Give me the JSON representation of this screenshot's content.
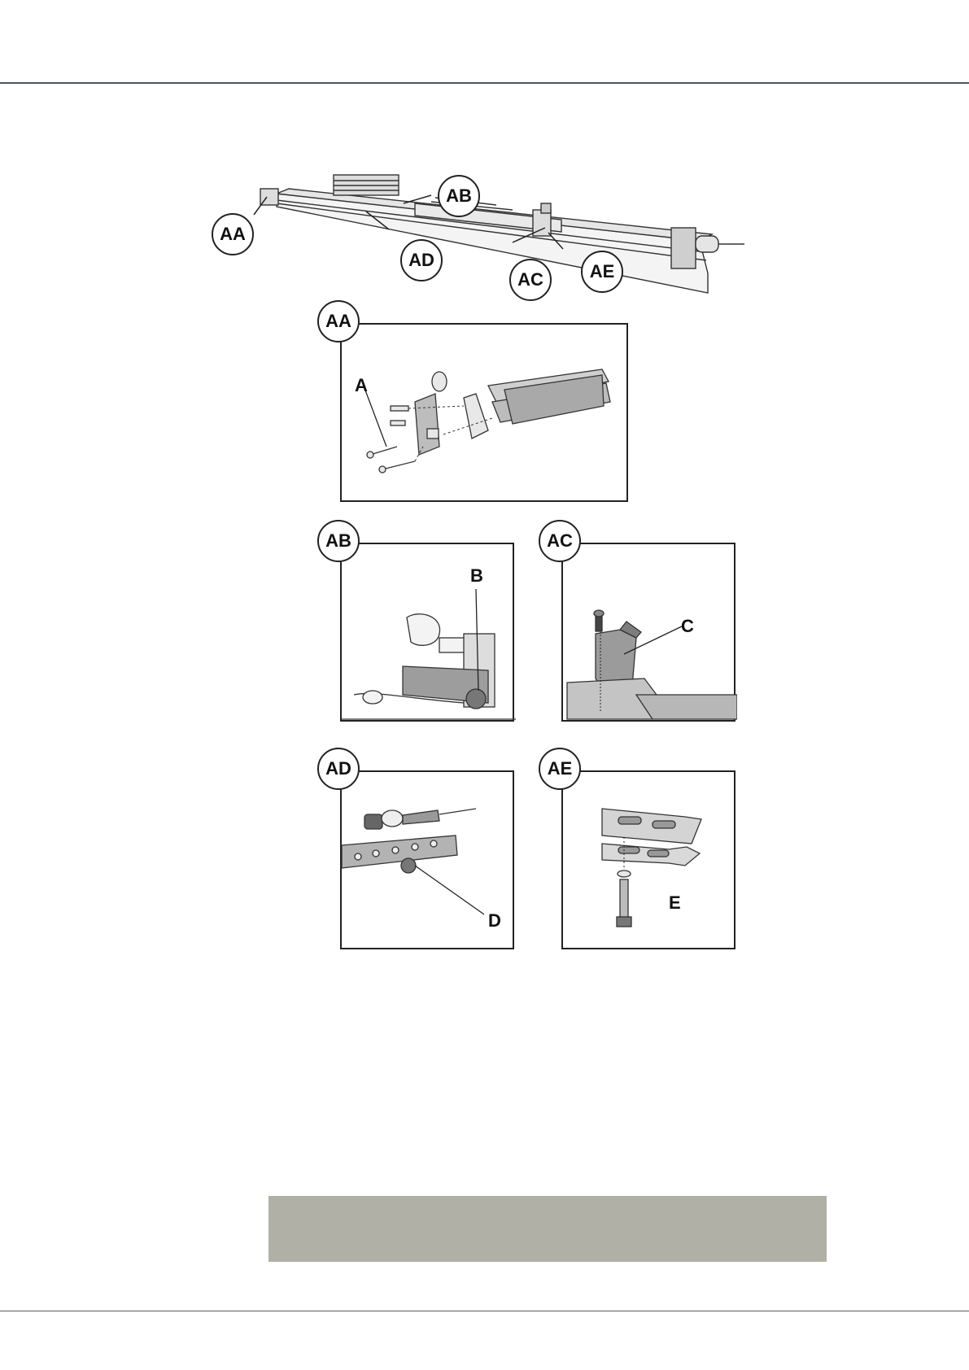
{
  "overview": {
    "callouts": {
      "aa": "AA",
      "ab": "AB",
      "ac": "AC",
      "ad": "AD",
      "ae": "AE"
    }
  },
  "panels": {
    "aa": {
      "callout": "AA",
      "part_label": "A"
    },
    "ab": {
      "callout": "AB",
      "part_label": "B"
    },
    "ac": {
      "callout": "AC",
      "part_label": "C"
    },
    "ad": {
      "callout": "AD",
      "part_label": "D"
    },
    "ae": {
      "callout": "AE",
      "part_label": "E"
    }
  },
  "colors": {
    "rule": "#4a5160",
    "gray_box": "#b1b0a7",
    "line_art": "#222222"
  }
}
